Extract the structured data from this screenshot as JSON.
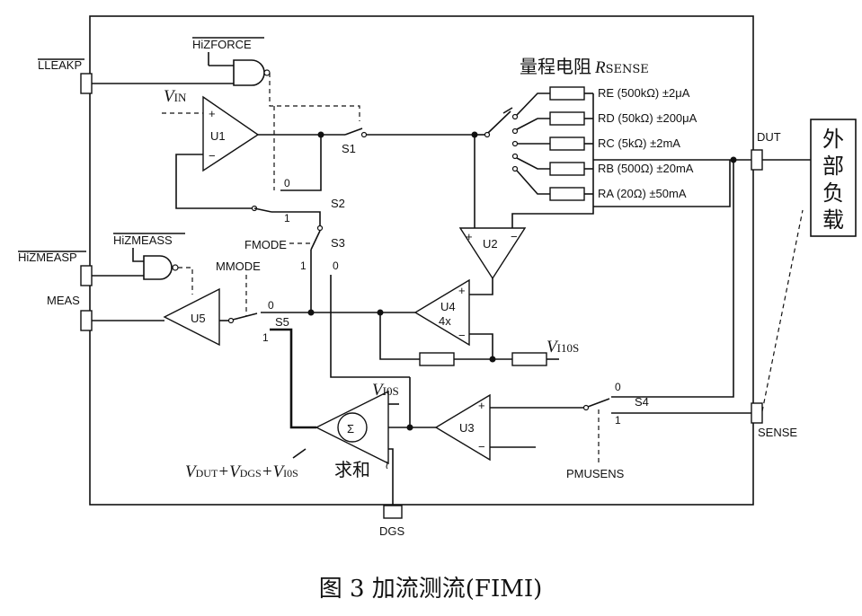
{
  "pins": {
    "lleakp": "LLEAKP",
    "hizmeasp": "HiZMEASP",
    "meas": "MEAS",
    "dut": "DUT",
    "sense": "SENSE",
    "dgs": "DGS"
  },
  "gates": {
    "hizforce": "HiZFORCE",
    "hizmeass": "HiZMEASS"
  },
  "amplifiers": {
    "u1": "U1",
    "u2": "U2",
    "u3": "U3",
    "u4": "U4",
    "u4_gain": "4x",
    "u5": "U5",
    "summer_symbol": "Σ"
  },
  "switches": {
    "s1": "S1",
    "s2": "S2",
    "s3": "S3",
    "s4": "S4",
    "s5": "S5",
    "fmode": "FMODE",
    "mmode": "MMODE",
    "pmusens": "PMUSENS"
  },
  "switch_positions": {
    "s1_0": "0",
    "s2_1": "1",
    "s3_1": "1",
    "s3_0": "0",
    "s5_0": "0",
    "s5_1": "1",
    "s4_0": "0",
    "s4_1": "1"
  },
  "opamp_signs": {
    "plus": "+",
    "minus": "−"
  },
  "voltages": {
    "vin_main": "V",
    "vin_sub": "IN",
    "v110s_main": "V",
    "v110s_sub": "I10S",
    "v10s_main": "V",
    "v10s_sub": "I0S",
    "sum_vdut_main": "V",
    "sum_vdut_sub": "DUT",
    "sum_plus1": "+",
    "sum_vdgs_main": "V",
    "sum_vdgs_sub": "DGS",
    "sum_plus2": "+",
    "sum_vios_main": "V",
    "sum_vios_sub": "I0S"
  },
  "sense_resistor": {
    "title_zh": "量程电阻",
    "title_main": "R",
    "title_sub": "SENSE",
    "ranges": [
      "RE (500kΩ) ±2μA",
      "RD (50kΩ) ±200μA",
      "RC (5kΩ) ±2mA",
      "RB (500Ω) ±20mA",
      "RA (20Ω) ±50mA"
    ]
  },
  "summer_label": "求和",
  "external_load": [
    "外",
    "部",
    "负",
    "载"
  ],
  "caption": "图 3  加流测流(FIMI)"
}
